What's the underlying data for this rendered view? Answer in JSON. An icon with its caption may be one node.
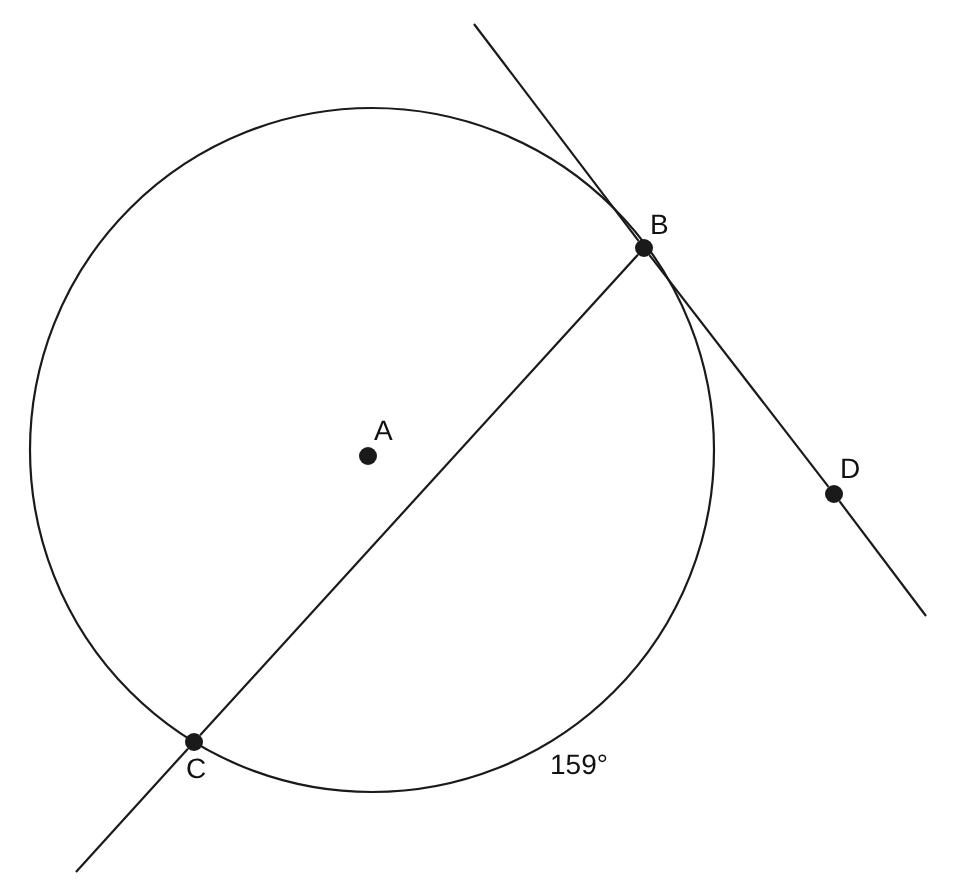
{
  "diagram": {
    "nodes": [
      {
        "text": [
          "A"
        ]
      },
      {
        "text": [
          "B"
        ]
      },
      {
        "text": [
          "C"
        ]
      },
      {
        "text": [
          "D"
        ]
      }
    ],
    "edges": [
      {
        "from": 2,
        "to": 1,
        "arrow": "none"
      },
      {
        "from": 1,
        "to": 3,
        "arrow": "none"
      },
      {
        "from": null,
        "to": 2,
        "arrow": "none"
      },
      {
        "from": null,
        "to": 1,
        "arrow": "none"
      },
      {
        "from": 3,
        "to": null,
        "arrow": "none"
      }
    ],
    "labels": [
      "159°"
    ]
  }
}
